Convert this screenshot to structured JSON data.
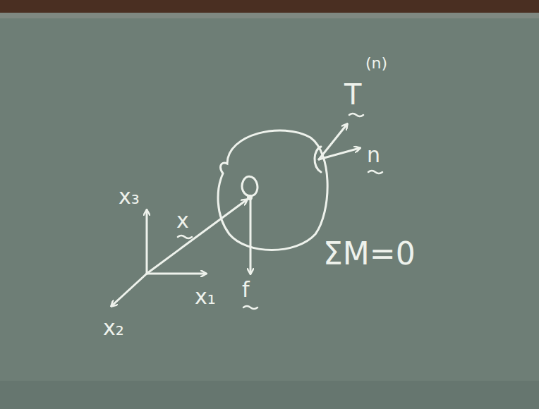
{
  "diagram": {
    "labels": [
      "x₃",
      "x₁",
      "x₂",
      "x",
      "f",
      "T",
      "(n)",
      "n",
      "ΣM=0"
    ]
  }
}
